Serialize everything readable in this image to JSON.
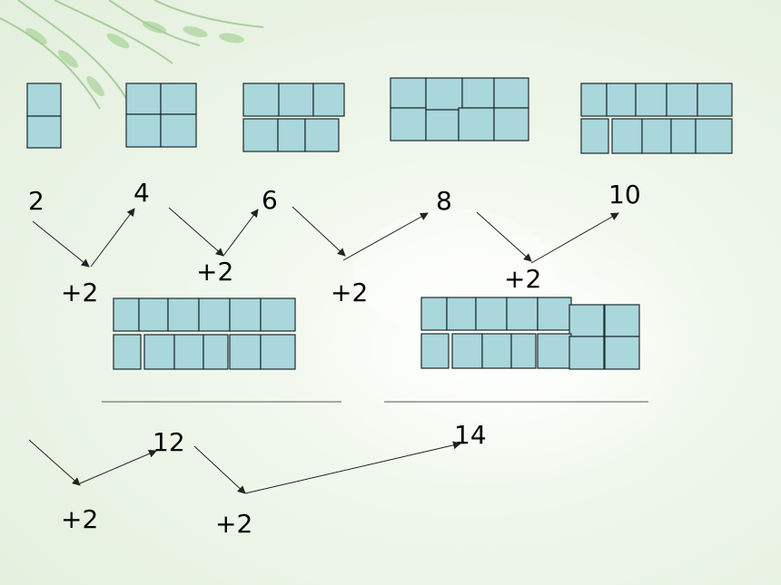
{
  "numbers": {
    "n2": "2",
    "n4": "4",
    "n6": "6",
    "n8": "8",
    "n10": "10",
    "n12": "12",
    "n14": "14"
  },
  "increment_label": "+2"
}
